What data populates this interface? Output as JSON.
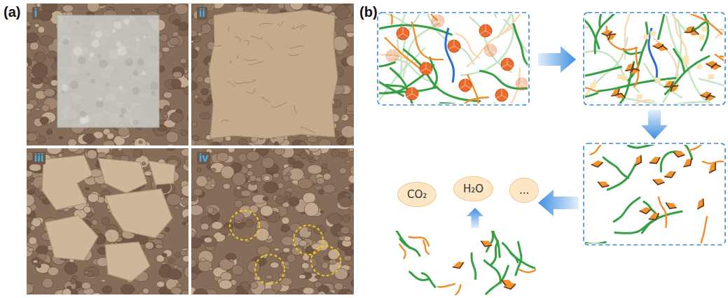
{
  "diagram": {
    "nodes": [
      {
        "text": [
          "CO₂"
        ]
      },
      {
        "text": [
          "H₂O"
        ]
      },
      {
        "text": [
          "..."
        ]
      }
    ],
    "labels": [
      "(a)",
      "i",
      "ii",
      "iii",
      "iv",
      "(b)"
    ]
  }
}
